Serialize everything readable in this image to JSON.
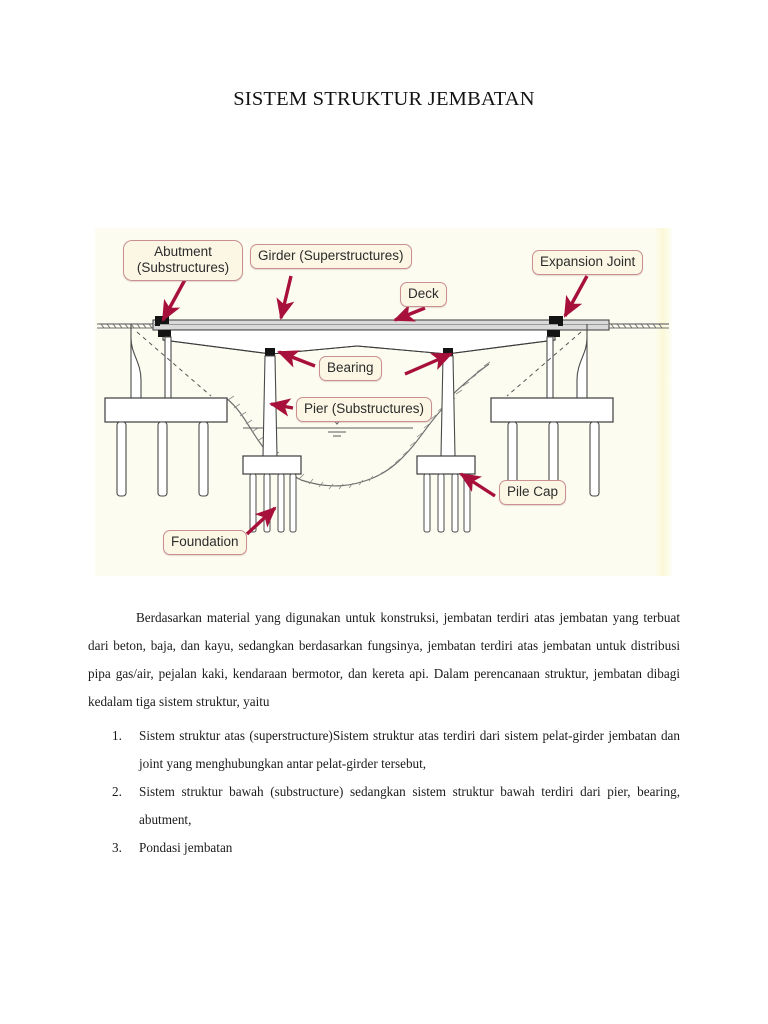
{
  "document": {
    "title": "SISTEM STRUKTUR JEMBATAN"
  },
  "figure": {
    "name": "bridge-structure-system-diagram",
    "background_color": "#fdfcf0",
    "label_fill": "#fbf7e4",
    "label_border": "#c98f93",
    "arrow_color": "#a8103c",
    "labels": {
      "abutment_line1": "Abutment",
      "abutment_line2": "(Substructures)",
      "girder": "Girder (Superstructures)",
      "deck": "Deck",
      "expansion_joint": "Expansion Joint",
      "bearing": "Bearing",
      "pier": "Pier (Substructures)",
      "pile_cap": "Pile Cap",
      "foundation": "Foundation"
    }
  },
  "body": {
    "paragraph": "Berdasarkan material yang digunakan untuk konstruksi, jembatan terdiri atas jembatan yang terbuat dari beton, baja, dan kayu, sedangkan berdasarkan fungsinya, jembatan terdiri atas jembatan untuk distribusi pipa gas/air, pejalan kaki, kendaraan bermotor, dan kereta api. Dalam perencanaan struktur, jembatan dibagi kedalam tiga sistem struktur, yaitu",
    "list": [
      {
        "marker": "1.",
        "text": "Sistem struktur atas (superstructure)Sistem struktur atas terdiri dari sistem pelat-girder jembatan dan joint yang menghubungkan antar pelat-girder tersebut,"
      },
      {
        "marker": "2.",
        "text": "Sistem struktur bawah (substructure)  sedangkan sistem struktur bawah terdiri dari pier, bearing, abutment,"
      },
      {
        "marker": "3.",
        "text": "Pondasi jembatan"
      }
    ]
  }
}
